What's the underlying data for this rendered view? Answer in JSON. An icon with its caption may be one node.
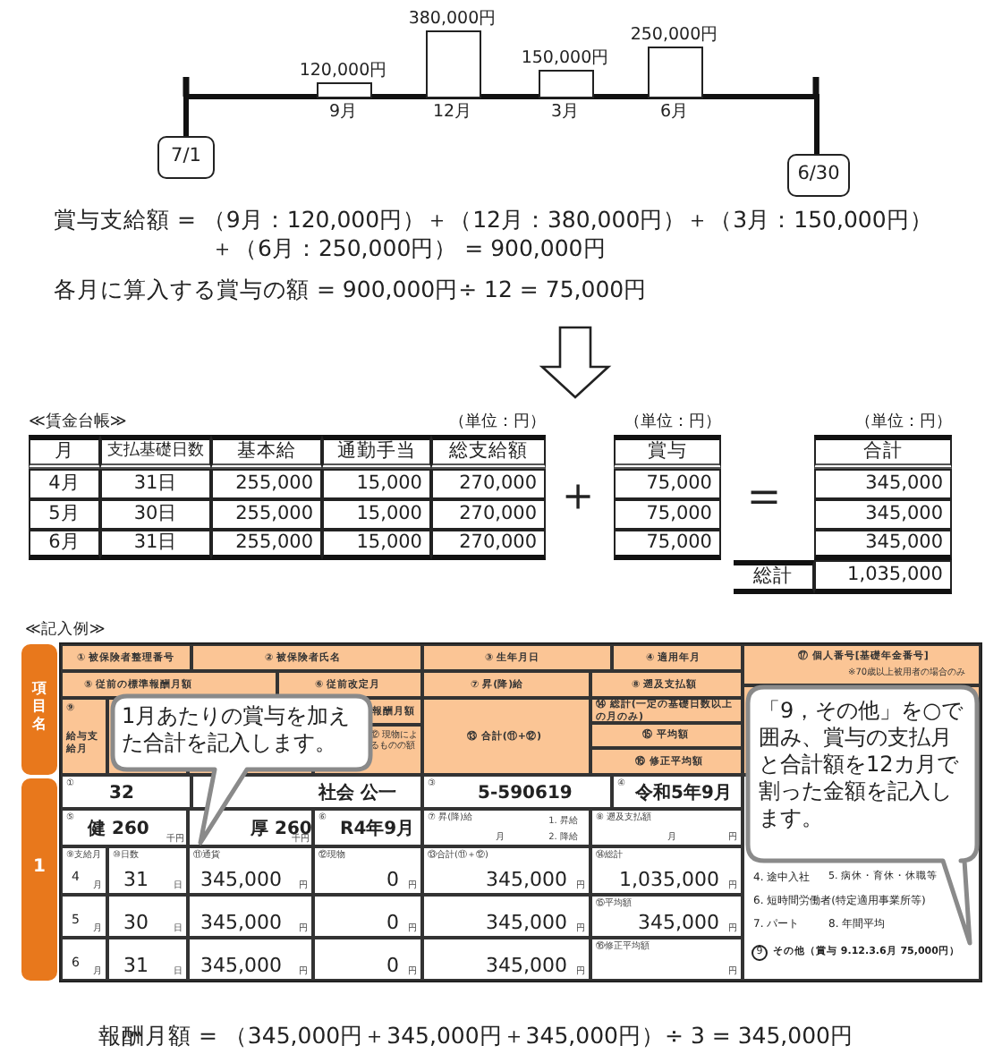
{
  "diagram": {
    "nodes": [
      {
        "text": [
          "120,000円"
        ],
        "beside": [
          "9月"
        ]
      },
      {
        "text": [
          "380,000円"
        ],
        "beside": [
          "12月"
        ]
      },
      {
        "text": [
          "150,000円"
        ],
        "beside": [
          "3月"
        ]
      },
      {
        "text": [
          "250,000円"
        ],
        "beside": [
          "6月"
        ]
      },
      {
        "text": [
          "7/1"
        ]
      },
      {
        "text": [
          "6/30"
        ]
      },
      {
        "text": [
          "1月あたりの賞与を加えた合計を記入します。"
        ]
      },
      {
        "text": [
          "「9，その他」を○で囲み、賞与の支払月と合計額を12カ月で割った金額を記入します。"
        ]
      },
      {
        "text": [
          "項目名"
        ]
      },
      {
        "text": [
          "1"
        ]
      }
    ],
    "edges": [
      {
        "from": 4,
        "to": 5,
        "arrow": "none"
      }
    ],
    "labels": [
      "賞与支給額 = （9月：120,000円）＋（12月：380,000円）＋（3月：150,000円）",
      "＋（6月：250,000円） = 900,000円",
      "各月に算入する賞与の額 = 900,000円÷ 12 = 75,000円",
      "≪賃金台帳≫",
      "（単位：円）",
      "（単位：円）",
      "（単位：円）",
      "月",
      "支払基礎日数",
      "基本給",
      "通勤手当",
      "総支給額",
      "賞与",
      "合計",
      "4月",
      "31日",
      "255,000",
      "15,000",
      "270,000",
      "75,000",
      "345,000",
      "5月",
      "30日",
      "255,000",
      "15,000",
      "270,000",
      "75,000",
      "345,000",
      "6月",
      "31日",
      "255,000",
      "15,000",
      "270,000",
      "75,000",
      "345,000",
      "＋",
      "＝",
      "総計",
      "1,035,000",
      "≪記入例≫",
      "① 被保険者整理番号",
      "② 被保険者氏名",
      "③ 生年月日",
      "④ 適用年月",
      "⑰ 個人番号[基礎年金番号]",
      "※70歳以上被用者の場合のみ",
      "⑤ 従前の標準報酬月額",
      "⑥ 従前改定月",
      "⑦ 昇(降)給",
      "⑧ 遡及支払額",
      "⑨",
      "給与支給月",
      "報酬月額",
      "⑫ 現物によるものの額",
      "⑬ 合計(⑪+⑫)",
      "⑭ 総計(一定の基礎日数以上の月のみ)",
      "⑮ 平均額",
      "⑯ 修正平均額",
      "①",
      "32",
      "社会 公一",
      "③",
      "5-590619",
      "④",
      "令和5年9月",
      "⑤",
      "健 260",
      "千円",
      "厚 260",
      "千円",
      "⑥",
      "R4年9月",
      "⑦ 昇(降)給",
      "1. 昇給",
      "月",
      "2. 降給",
      "⑧ 遡及支払額",
      "月",
      "円",
      "⑨支給月",
      "⑩日数",
      "⑪通貨",
      "⑫現物",
      "⑬合計(⑪＋⑫)",
      "⑭総計",
      "4",
      "月",
      "31",
      "日",
      "345,000",
      "円",
      "0",
      "円",
      "345,000",
      "円",
      "1,035,000",
      "円",
      "5",
      "月",
      "30",
      "日",
      "345,000",
      "円",
      "0",
      "円",
      "345,000",
      "円",
      "⑮平均額",
      "345,000",
      "円",
      "6",
      "月",
      "31",
      "日",
      "345,000",
      "円",
      "0",
      "円",
      "345,000",
      "円",
      "⑯修正平均額",
      "円",
      "4. 途中入社",
      "5. 病休・育休・休職等",
      "6. 短時間労働者(特定適用事業所等)",
      "7. パート",
      "8. 年間平均",
      "9",
      "その他（賞与 9.12.3.6月 75,000円）",
      "報酬月額 = （345,000円＋345,000円＋345,000円）÷ 3 = 345,000円"
    ]
  }
}
